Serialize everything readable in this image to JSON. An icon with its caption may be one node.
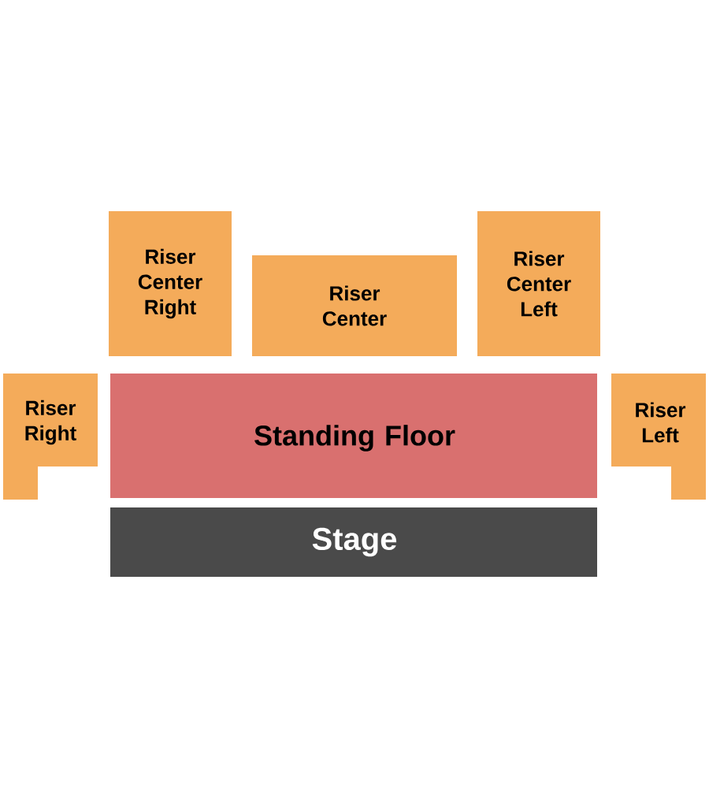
{
  "diagram": {
    "nodes": [
      {
        "text": [
          "Riser Center Right"
        ]
      },
      {
        "text": [
          "Riser Center"
        ]
      },
      {
        "text": [
          "Riser Center Left"
        ]
      },
      {
        "text": [
          "Riser Right"
        ]
      },
      {
        "text": [
          "Standing Floor"
        ]
      },
      {
        "text": [
          "Riser Left"
        ]
      },
      {
        "text": [
          "Stage"
        ]
      }
    ]
  }
}
